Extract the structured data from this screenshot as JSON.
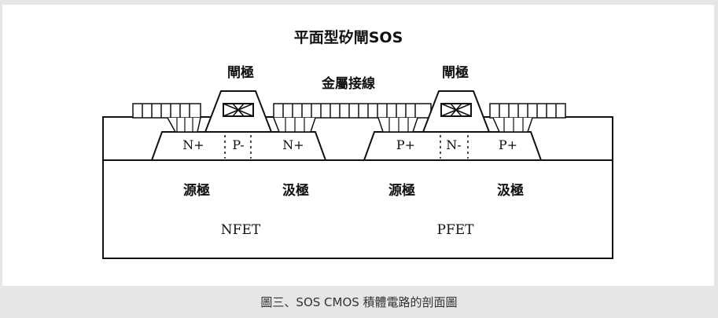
{
  "title": "平面型矽閘SOS",
  "gate_label_left": "閘極",
  "gate_label_right": "閘極",
  "metal_label": "金屬接線",
  "nfet": {
    "source_dopant": "N+",
    "channel_dopant": "P-",
    "drain_dopant": "N+",
    "source_label": "源極",
    "drain_label": "汲極",
    "name": "NFET"
  },
  "pfet": {
    "source_dopant": "P+",
    "channel_dopant": "N-",
    "drain_dopant": "P+",
    "source_label": "源極",
    "drain_label": "汲極",
    "name": "PFET"
  },
  "caption": "圖三、SOS CMOS 積體電路的剖面圖"
}
